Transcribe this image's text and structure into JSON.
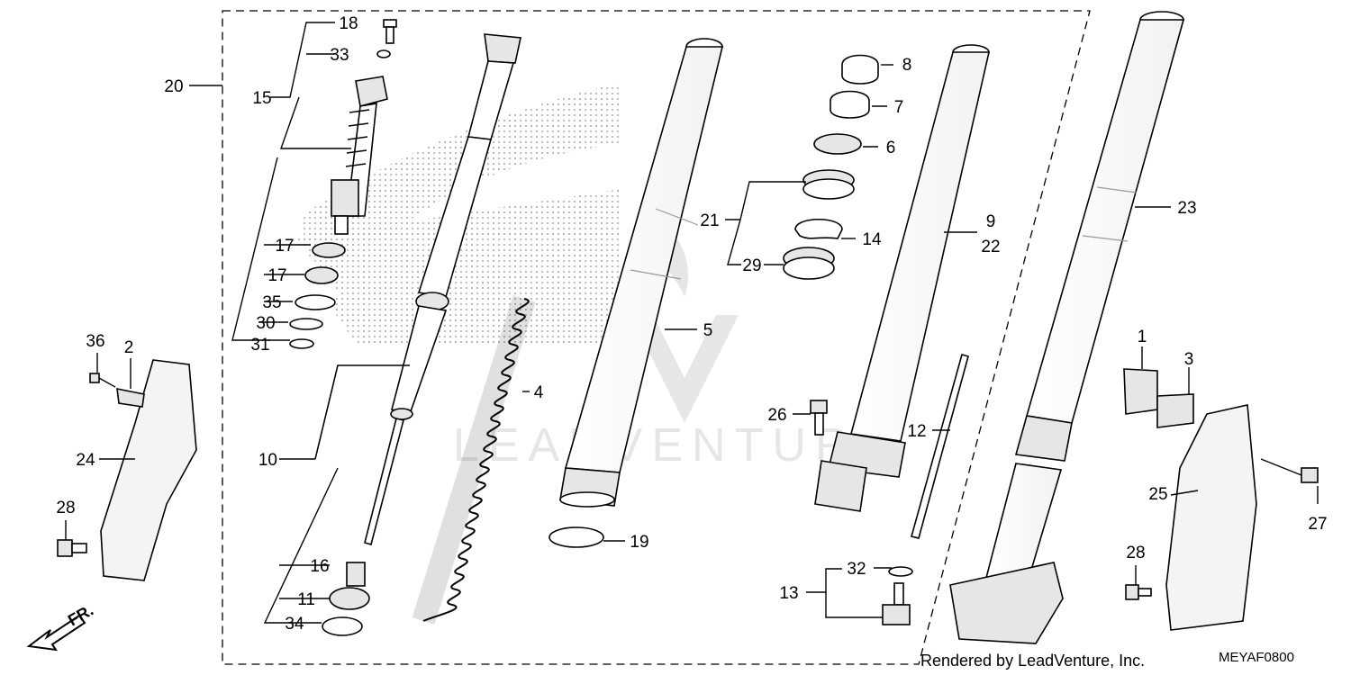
{
  "labels": {
    "p1": "1",
    "p2": "2",
    "p3": "3",
    "p4": "4",
    "p5": "5",
    "p6": "6",
    "p7": "7",
    "p8": "8",
    "p9": "9",
    "p10": "10",
    "p11": "11",
    "p12": "12",
    "p13": "13",
    "p14": "14",
    "p15": "15",
    "p16": "16",
    "p17a": "17",
    "p17b": "17",
    "p18": "18",
    "p19": "19",
    "p20": "20",
    "p21": "21",
    "p22": "22",
    "p23": "23",
    "p24": "24",
    "p25": "25",
    "p26": "26",
    "p27": "27",
    "p28a": "28",
    "p28b": "28",
    "p29": "29",
    "p30": "30",
    "p31": "31",
    "p32": "32",
    "p33": "33",
    "p34": "34",
    "p35": "35",
    "p36": "36"
  },
  "footer": {
    "rendered_by": "Rendered by LeadVenture, Inc.",
    "diagram_code": "MEYAF0800"
  },
  "direction": {
    "label": "FR."
  },
  "watermark": {
    "text": "LEADVENTURE"
  },
  "colors": {
    "line": "#000000",
    "background": "#ffffff",
    "watermark": "#bdbdbd"
  }
}
